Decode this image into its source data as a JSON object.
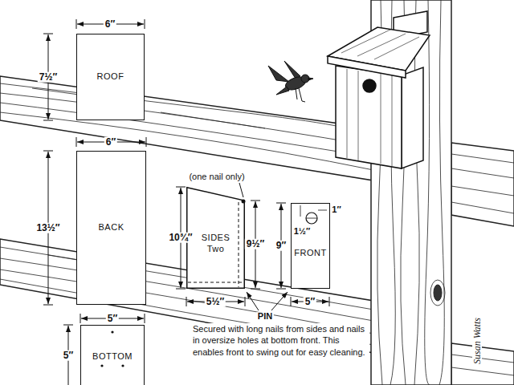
{
  "diagram": {
    "nodes": [
      {
        "text": [
          "ROOF"
        ]
      },
      {
        "text": [
          "BACK"
        ]
      },
      {
        "text": [
          "SIDES Two"
        ]
      },
      {
        "text": [
          "FRONT"
        ]
      },
      {
        "text": [
          "BOTTOM"
        ]
      }
    ],
    "labels": [
      "6″",
      "7½″",
      "6″",
      "13½″",
      "(one nail only)",
      "1″",
      "10¾″",
      "9½″",
      "1½″",
      "9″",
      "5½″",
      "PIN",
      "5″",
      "5″",
      "5″",
      "Secured with long nails from sides and nails in oversize holes at bottom front. This enables front to swing out for easy cleaning.",
      "Susan Watts"
    ]
  }
}
